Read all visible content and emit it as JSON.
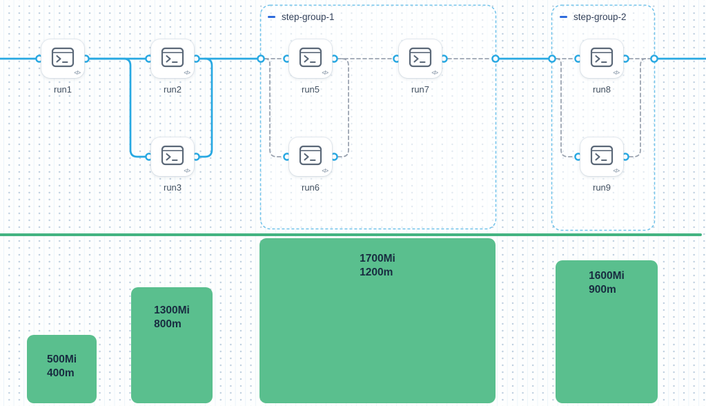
{
  "workflow": {
    "nodes": [
      {
        "label": "run1"
      },
      {
        "label": "run2"
      },
      {
        "label": "run3"
      },
      {
        "label": "run5"
      },
      {
        "label": "run6"
      },
      {
        "label": "run7"
      },
      {
        "label": "run8"
      },
      {
        "label": "run9"
      }
    ],
    "groups": [
      {
        "label": "step-group-1"
      },
      {
        "label": "step-group-2"
      }
    ]
  },
  "resource_bars": [
    {
      "memory": "500Mi",
      "cpu": "400m"
    },
    {
      "memory": "1300Mi",
      "cpu": "800m"
    },
    {
      "memory": "1700Mi",
      "cpu": "1200m"
    },
    {
      "memory": "1600Mi",
      "cpu": "900m"
    }
  ],
  "icons": {
    "node_icon": "terminal-icon",
    "node_badge_glyph": "</>",
    "group_collapse": "collapse-minus-icon"
  },
  "colors": {
    "edge_blue": "#27a8e2",
    "port_ring": "#27a8e2",
    "dashed_edge_gray": "#9aa3b0",
    "group_border_blue": "#6fc2ea",
    "collapse_blue": "#2e6bdc",
    "bar_green": "#5abf8e",
    "divider_green": "#43b381",
    "node_label_text": "#425060",
    "bar_text": "#182c40"
  }
}
